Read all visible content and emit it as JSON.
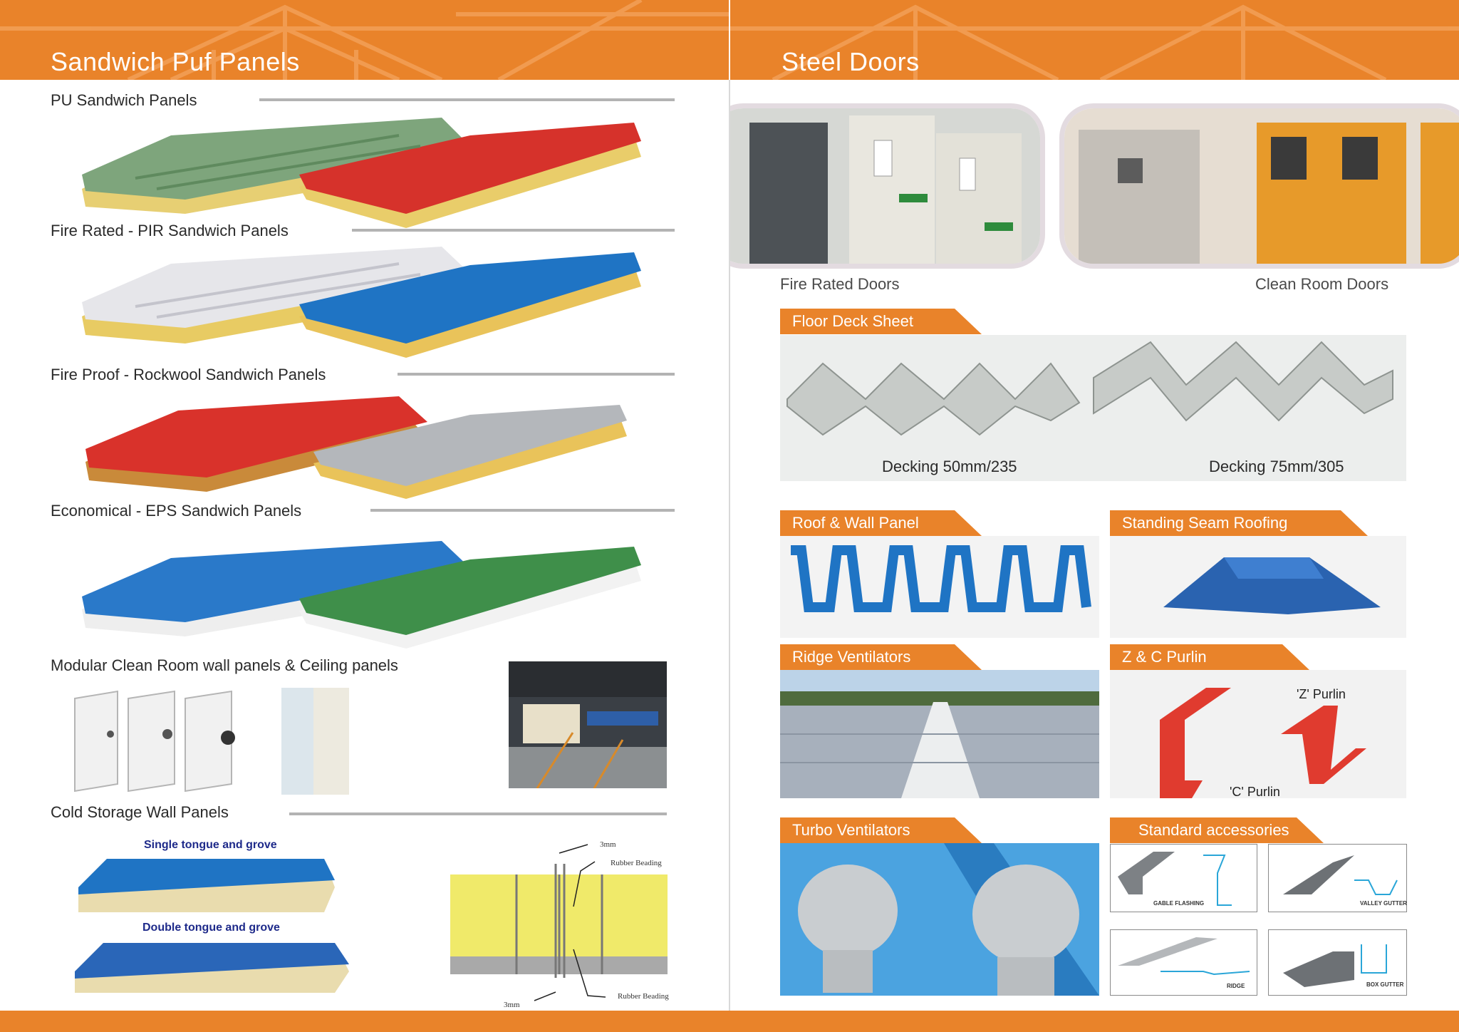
{
  "left": {
    "title": "Sandwich Puf Panels",
    "sections": [
      {
        "label": "PU Sandwich Panels",
        "colors": [
          "#7ea57c",
          "#d6322b"
        ]
      },
      {
        "label": "Fire Rated - PIR Sandwich Panels",
        "colors": [
          "#e6e6ea",
          "#1f74c4"
        ]
      },
      {
        "label": "Fire Proof - Rockwool Sandwich Panels",
        "colors": [
          "#d9322b",
          "#b4b7bb"
        ]
      },
      {
        "label": "Economical - EPS Sandwich Panels",
        "colors": [
          "#2a79c9",
          "#3f8f4a"
        ]
      },
      {
        "label": "Modular Clean Room wall panels & Ceiling panels"
      },
      {
        "label": "Cold Storage Wall Panels"
      }
    ],
    "cold_storage": {
      "single": "Single tongue and grove",
      "double": "Double tongue and grove",
      "diagram": {
        "dim_top": "3mm",
        "beading_top": "Rubber Beading",
        "beading_bottom": "Rubber Beading",
        "dim_bottom": "3mm"
      }
    }
  },
  "right": {
    "title": "Steel Doors",
    "doors": [
      {
        "caption": "Fire Rated  Doors"
      },
      {
        "caption": "Clean Room Doors"
      }
    ],
    "floor_deck": {
      "tag": "Floor Deck Sheet",
      "items": [
        "Decking 50mm/235",
        "Decking 75mm/305"
      ]
    },
    "roof_wall": {
      "tag": "Roof & Wall Panel"
    },
    "standing_seam": {
      "tag": "Standing Seam Roofing"
    },
    "ridge": {
      "tag": "Ridge Ventilators"
    },
    "purlin": {
      "tag": "Z & C Purlin",
      "z_label": "'Z' Purlin",
      "c_label": "'C' Purlin"
    },
    "turbo": {
      "tag": "Turbo Ventilators"
    },
    "accessories": {
      "tag": "Standard accessories",
      "items": [
        "GABLE FLASHING",
        "VALLEY GUTTER",
        "RIDGE",
        "BOX GUTTER"
      ]
    }
  },
  "colors": {
    "accent": "#e9832a",
    "rule": "#b3b3b3",
    "blue": "#1f74c4",
    "red": "#d9322b"
  }
}
